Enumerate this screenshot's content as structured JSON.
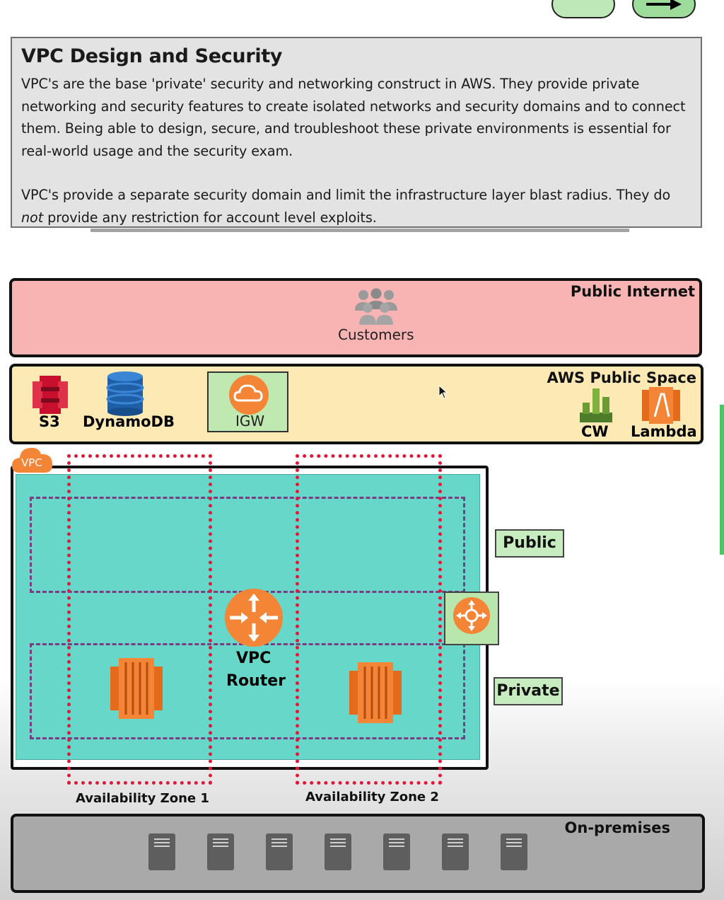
{
  "info": {
    "title": "VPC Design and Security",
    "para1": "VPC's are the base 'private' security and networking construct in AWS. They provide private networking and security features to create isolated networks and security domains and to connect them. Being able to design, secure, and troubleshoot these private environments is essential for real-world usage and the security exam.",
    "para2_prefix": "VPC's provide a separate security domain and limit the infrastructure layer blast radius. They do ",
    "para2_em": "not",
    "para2_suffix": " provide any restriction for account level exploits."
  },
  "regions": {
    "public_internet": "Public Internet",
    "aws_public_space": "AWS Public Space",
    "on_premises": "On-premises"
  },
  "services": {
    "customers": "Customers",
    "s3": "S3",
    "dynamodb": "DynamoDB",
    "igw": "IGW",
    "cw": "CW",
    "lambda": "Lambda",
    "vpc_badge": "VPC",
    "vpc_router_line1": "VPC",
    "vpc_router_line2": "Router"
  },
  "subnets": {
    "public": "Public",
    "private": "Private"
  },
  "zones": [
    "Availability Zone 1",
    "Availability Zone 2"
  ],
  "colors": {
    "internet": "#f8b4b2",
    "public_space": "#fde9b3",
    "vpc": "#66d7c8",
    "aws_orange": "#f58536",
    "az_border": "#e0193a",
    "subnet_border": "#7a3d82",
    "onprem": "#a9a9a9"
  },
  "icons": [
    "people-icon",
    "s3-icon",
    "dynamodb-icon",
    "igw-cloud-icon",
    "cloudwatch-icon",
    "lambda-icon",
    "vpc-cloud-icon",
    "router-icon",
    "ec2-icon",
    "vpn-gateway-icon",
    "server-icon",
    "arrow-right-icon",
    "mouse-cursor-icon"
  ]
}
